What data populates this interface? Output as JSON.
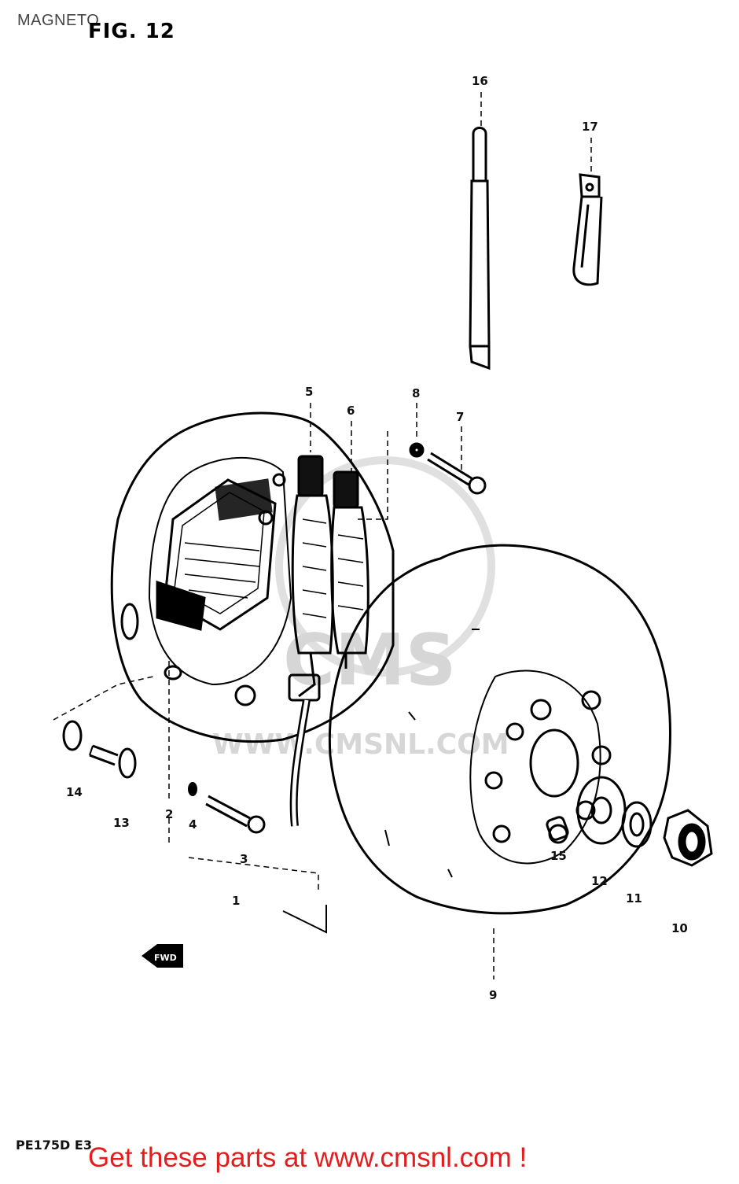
{
  "header": {
    "section_title": "MAGNETO",
    "figure_label": "FIG. 12"
  },
  "footer": {
    "model_code": "PE175D E3",
    "cta_text": "Get these parts at www.cmsnl.com !"
  },
  "watermark": {
    "brand": "CMS",
    "url": "WWW.CMSNL.COM"
  },
  "fwd_marker": "FWD",
  "callouts": [
    {
      "num": "1"
    },
    {
      "num": "2"
    },
    {
      "num": "3"
    },
    {
      "num": "4"
    },
    {
      "num": "5"
    },
    {
      "num": "6"
    },
    {
      "num": "7"
    },
    {
      "num": "8"
    },
    {
      "num": "9"
    },
    {
      "num": "10"
    },
    {
      "num": "11"
    },
    {
      "num": "12"
    },
    {
      "num": "13"
    },
    {
      "num": "14"
    },
    {
      "num": "15"
    },
    {
      "num": "16"
    },
    {
      "num": "17"
    }
  ]
}
